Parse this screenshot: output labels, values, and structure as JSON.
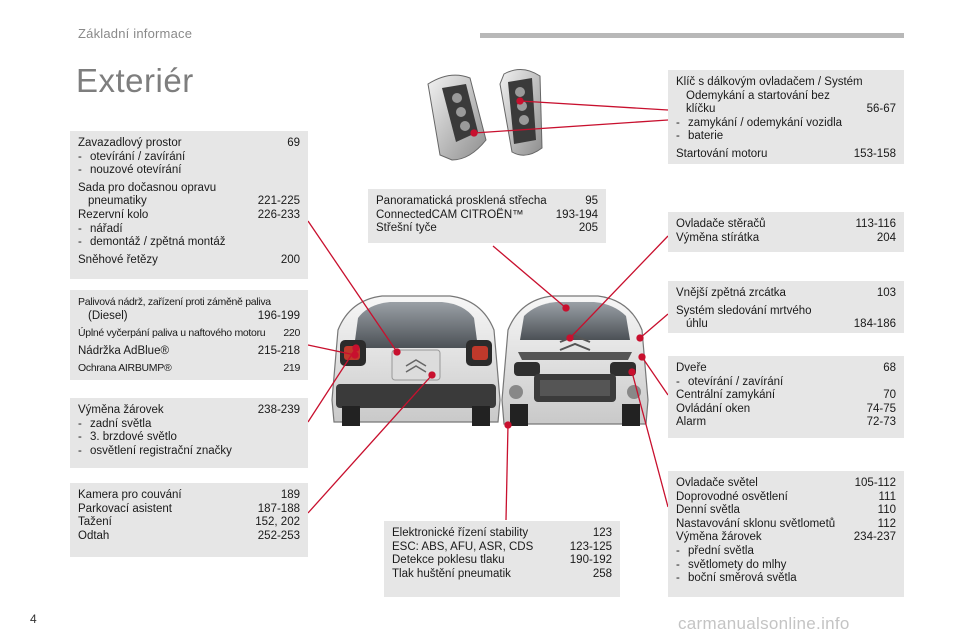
{
  "header": {
    "section": "Základní informace",
    "title": "Exteriér"
  },
  "footer": {
    "page_number": "4",
    "watermark": "carmanualsonline.info"
  },
  "boxes": {
    "trunk": [
      {
        "t": "Zavazadlový prostor",
        "p": "69"
      },
      {
        "t": "otevírání / zavírání",
        "p": ""
      },
      {
        "t": "nouzové otevírání",
        "p": ""
      },
      {
        "t": "Sada pro dočasnou opravu",
        "p": ""
      },
      {
        "t": "pneumatiky",
        "p": "221-225"
      },
      {
        "t": "Rezervní kolo",
        "p": "226-233"
      },
      {
        "t": "nářadí",
        "p": ""
      },
      {
        "t": "demontáž / zpětná montáž",
        "p": ""
      },
      {
        "t": "Sněhové řetězy",
        "p": "200"
      }
    ],
    "fuel": [
      {
        "t": "Palivová nádrž, zařízení proti záměně paliva",
        "p": ""
      },
      {
        "t": "(Diesel)",
        "p": "196-199"
      },
      {
        "t": "Úplné vyčerpání paliva u naftového motoru",
        "p": "220"
      },
      {
        "t": "Nádržka AdBlue®",
        "p": "215-218"
      },
      {
        "t": "Ochrana AIRBUMP®",
        "p": "219"
      }
    ],
    "bulbs_rear": [
      {
        "t": "Výměna žárovek",
        "p": "238-239"
      },
      {
        "t": "zadní světla",
        "p": ""
      },
      {
        "t": "3. brzdové světlo",
        "p": ""
      },
      {
        "t": "osvětlení registrační značky",
        "p": ""
      }
    ],
    "camera": [
      {
        "t": "Kamera pro couvání",
        "p": "189"
      },
      {
        "t": "Parkovací asistent",
        "p": "187-188"
      },
      {
        "t": "Tažení",
        "p": "152, 202"
      },
      {
        "t": "Odtah",
        "p": "252-253"
      }
    ],
    "roof": [
      {
        "t": "Panoramatická prosklená střecha",
        "p": "95"
      },
      {
        "t": "ConnectedCAM CITROËN™",
        "p": "193-194"
      },
      {
        "t": "Střešní tyče",
        "p": "205"
      }
    ],
    "stability": [
      {
        "t": "Elektronické řízení stability",
        "p": "123"
      },
      {
        "t": "ESC: ABS, AFU, ASR, CDS",
        "p": "123-125"
      },
      {
        "t": "Detekce poklesu tlaku",
        "p": "190-192"
      },
      {
        "t": "Tlak huštění pneumatik",
        "p": "258"
      }
    ],
    "key": [
      {
        "t": "Klíč s dálkovým ovladačem / Systém",
        "p": ""
      },
      {
        "t": "Odemykání a startování bez",
        "p": ""
      },
      {
        "t": "klíčku",
        "p": "56-67"
      },
      {
        "t": "zamykání / odemykání vozidla",
        "p": ""
      },
      {
        "t": "baterie",
        "p": ""
      },
      {
        "t": "Startování motoru",
        "p": "153-158"
      }
    ],
    "wipers": [
      {
        "t": "Ovladače stěračů",
        "p": "113-116"
      },
      {
        "t": "Výměna stírátka",
        "p": "204"
      }
    ],
    "mirrors": [
      {
        "t": "Vnější zpětná zrcátka",
        "p": "103"
      },
      {
        "t": "Systém sledování mrtvého",
        "p": ""
      },
      {
        "t": "úhlu",
        "p": "184-186"
      }
    ],
    "doors": [
      {
        "t": "Dveře",
        "p": "68"
      },
      {
        "t": "otevírání / zavírání",
        "p": ""
      },
      {
        "t": "Centrální zamykání",
        "p": "70"
      },
      {
        "t": "Ovládání oken",
        "p": "74-75"
      },
      {
        "t": "Alarm",
        "p": "72-73"
      }
    ],
    "lights": [
      {
        "t": "Ovladače světel",
        "p": "105-112"
      },
      {
        "t": "Doprovodné osvětlení",
        "p": "111"
      },
      {
        "t": "Denní světla",
        "p": "110"
      },
      {
        "t": "Nastavování sklonu světlometů",
        "p": "112"
      },
      {
        "t": "Výměna žárovek",
        "p": "234-237"
      },
      {
        "t": "přední světla",
        "p": ""
      },
      {
        "t": "světlomety do mlhy",
        "p": ""
      },
      {
        "t": "boční směrová světla",
        "p": ""
      }
    ]
  },
  "colors": {
    "callout": "#c8102e",
    "box_bg": "#e6e6e6",
    "title_gray": "#7e7e7e"
  }
}
